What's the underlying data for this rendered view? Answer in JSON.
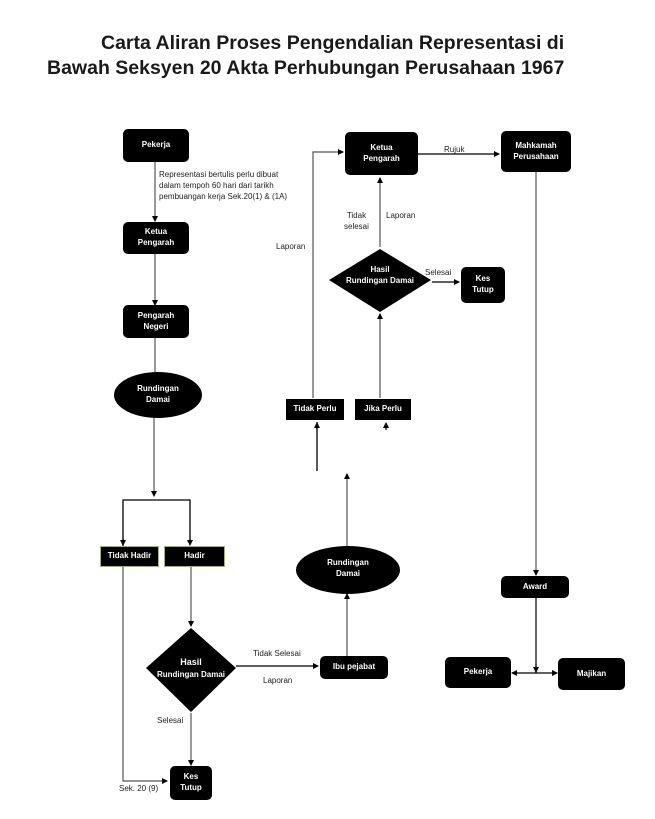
{
  "title": {
    "line1": "Carta Aliran Proses Pengendalian Representasi di",
    "line2": "Bawah Seksyen 20 Akta Perhubungan Perusahaan 1967"
  },
  "nodes": {
    "pekerja_top": "Pekerja",
    "ketua_pengarah_left": "Ketua\nPengarah",
    "pengarah_negeri": "Pengarah\nNegeri",
    "rundingan_damai_left": "Rundingan\nDamai",
    "tidak_hadir": "Tidak Hadir",
    "hadir": "Hadir",
    "hasil_rundingan_left": {
      "line1": "Hasil",
      "line2": "Rundingan Damai"
    },
    "kes_tutup_bottom": "Kes\nTutup",
    "ibu_pejabat": "Ibu pejabat",
    "rundingan_damai_mid": "Rundingan\nDamai",
    "tidak_perlu": "Tidak Perlu",
    "jika_perlu": "Jika Perlu",
    "hasil_rundingan_mid": {
      "line1": "Hasil",
      "line2": "Rundingan Damai"
    },
    "kes_tutup_mid": "Kes\nTutup",
    "ketua_pengarah_top": "Ketua\nPengarah",
    "mahkamah_perusahaan": "Mahkamah\nPerusahaan",
    "award": "Award",
    "pekerja_bottom": "Pekerja",
    "majikan": "Majikan"
  },
  "labels": {
    "representasi_note": "Representasi bertulis perlu dibuat\ndalam tempoh 60 hari dari tarikh\npembuangan kerja Sek.20(1) & (1A)",
    "tidak_selesai_left": "Tidak Selesai",
    "laporan_left": "Laporan",
    "selesai_left": "Selesai",
    "sek_20_9": "Sek. 20 (9)",
    "laporan_side": "Laporan",
    "tidak_selesai_mid": "Tidak\nselesai",
    "laporan_mid": "Laporan",
    "selesai_mid": "Selesai",
    "rujuk": "Rujuk"
  }
}
